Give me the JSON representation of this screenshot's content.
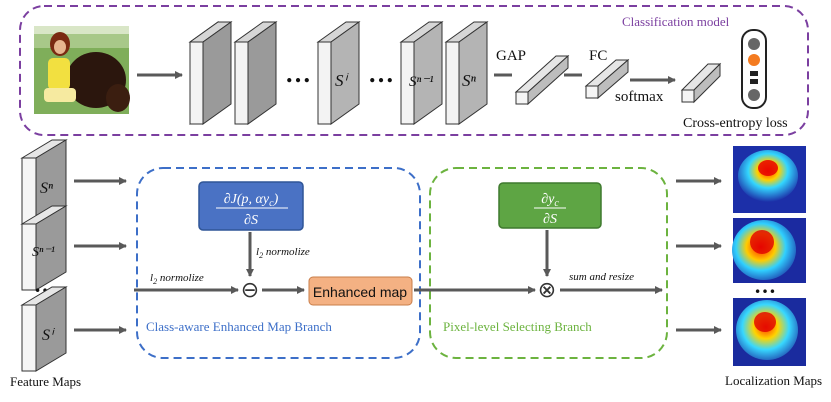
{
  "classification": {
    "title": "Classification model",
    "stage_labels": [
      "Sⁱ",
      "Sⁿ⁻¹",
      "Sⁿ"
    ],
    "ellipsis": "…",
    "gap_label": "GAP",
    "fc_label": "FC",
    "softmax_label": "softmax",
    "loss_label": "Cross-entropy loss"
  },
  "feature_maps": {
    "labels": [
      "Sⁿ",
      "Sⁿ⁻¹",
      "Sⁱ"
    ],
    "ellipsis": "…",
    "caption": "Feature Maps"
  },
  "class_aware_branch": {
    "title": "Class-aware Enhanced Map Branch",
    "formula_numerator": "∂J(p, αy",
    "formula_numerator_sub": "c",
    "formula_numerator_close": ")",
    "formula_denominator": "∂S",
    "l2_top": "l",
    "l2_top_sub": "2",
    "l2_top_rest": " normolize",
    "l2_left": "l",
    "l2_left_sub": "2",
    "l2_left_rest": " normolize",
    "minus_symbol": "⊖",
    "enhanced_map_label": "Enhanced map"
  },
  "pixel_branch": {
    "title": "Pixel-level Selecting Branch",
    "formula_numerator": "∂y",
    "formula_numerator_sub": "c",
    "formula_denominator": "∂S",
    "times_symbol": "⊗",
    "sum_resize_label": "sum and resize"
  },
  "localization": {
    "caption": "Localization Maps",
    "ellipsis": "…"
  },
  "colors": {
    "classification_border": "#7b3fa0",
    "classification_title": "#7b3fa0",
    "class_aware_border": "#3d6fc8",
    "class_aware_title": "#3d6fc8",
    "pixel_border": "#6cb33f",
    "pixel_title": "#6cb33f",
    "formula_blue": "#4a72c4",
    "formula_green": "#5ea544",
    "enhanced_map_fill": "#f4b183",
    "arrow": "#595959",
    "neuron_orange": "#f47b20"
  }
}
